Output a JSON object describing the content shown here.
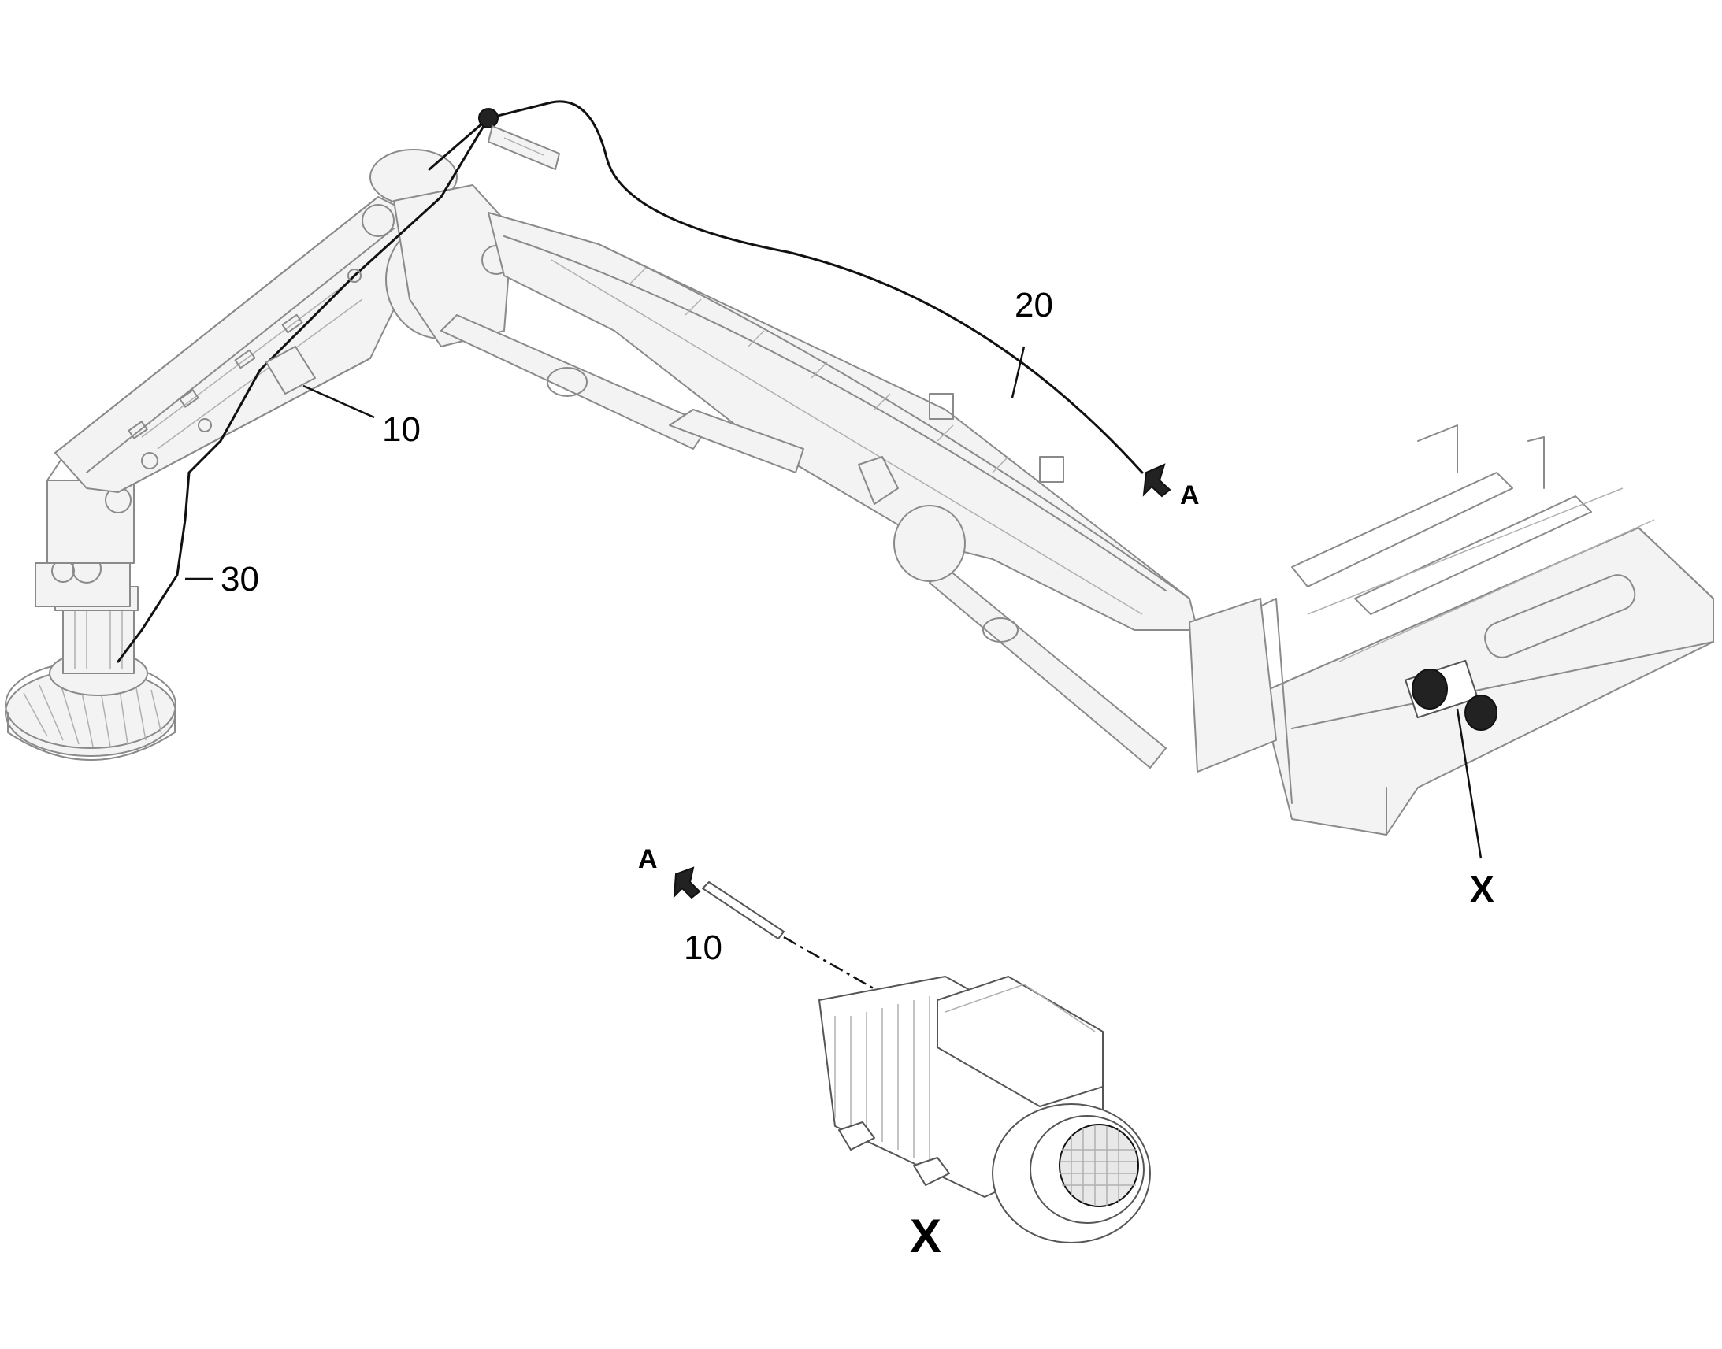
{
  "callouts": {
    "cable_20": "20",
    "plate_10": "10",
    "cable_30": "30",
    "arrow_a_top": "A",
    "arrow_a_detail": "A",
    "detail_part_10": "10",
    "detail_ref_small": "X",
    "detail_ref_large": "X"
  },
  "colors": {
    "line_art": "#8a8a8a",
    "cable": "#111111",
    "background": "#ffffff"
  }
}
